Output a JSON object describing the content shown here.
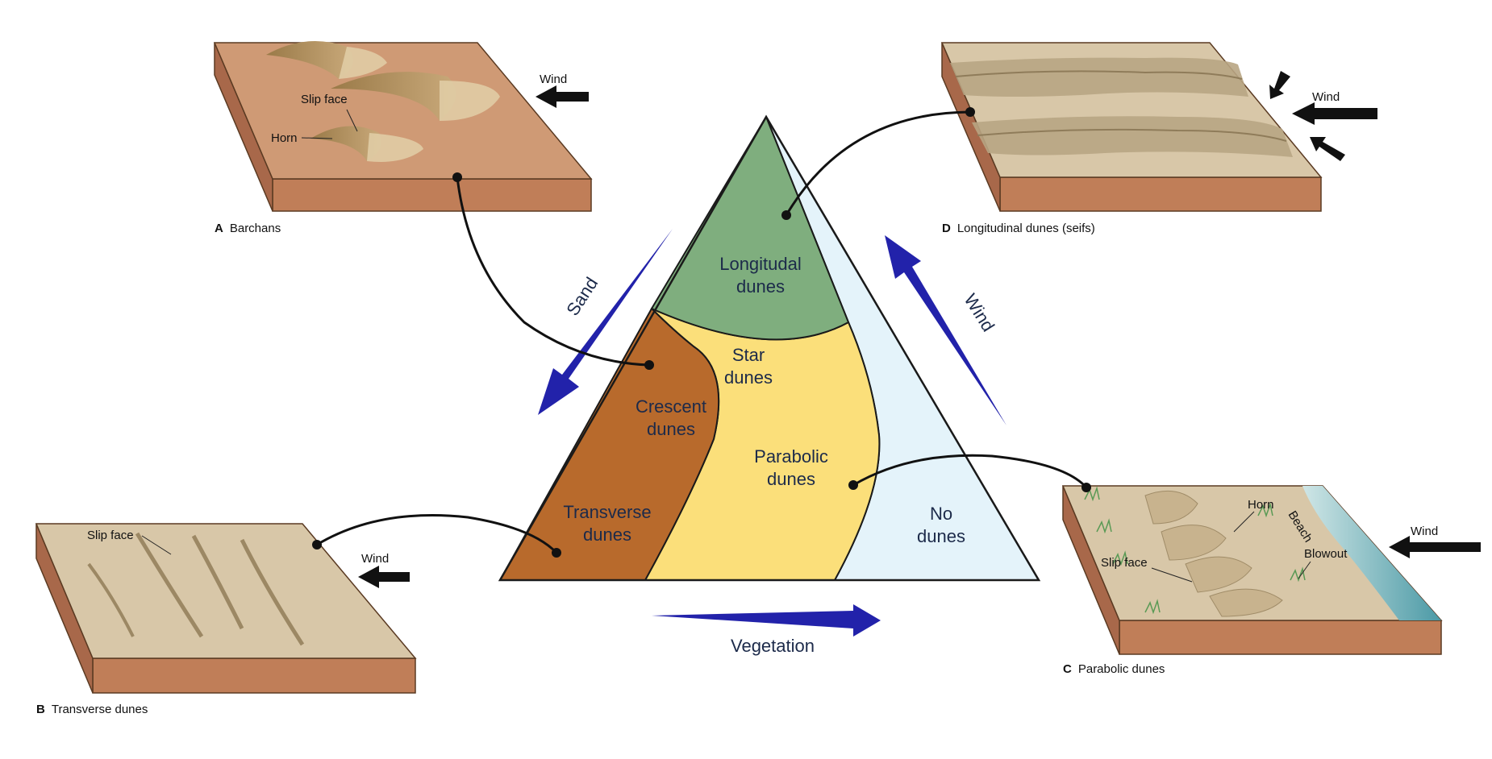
{
  "blocks": {
    "a": {
      "letter": "A",
      "title": "Barchans",
      "labels": {
        "slip_face": "Slip face",
        "horn": "Horn",
        "wind": "Wind"
      }
    },
    "b": {
      "letter": "B",
      "title": "Transverse dunes",
      "labels": {
        "slip_face": "Slip face",
        "wind": "Wind"
      }
    },
    "c": {
      "letter": "C",
      "title": "Parabolic dunes",
      "labels": {
        "horn": "Horn",
        "beach": "Beach",
        "slip_face": "Slip face",
        "blowout": "Blowout",
        "wind": "Wind"
      }
    },
    "d": {
      "letter": "D",
      "title": "Longitudinal dunes (seifs)",
      "labels": {
        "wind": "Wind"
      }
    }
  },
  "triangle": {
    "zones": {
      "longitudal": [
        "Longitudal",
        "dunes"
      ],
      "star": [
        "Star",
        "dunes"
      ],
      "crescent": [
        "Crescent",
        "dunes"
      ],
      "parabolic": [
        "Parabolic",
        "dunes"
      ],
      "transverse": [
        "Transverse",
        "dunes"
      ],
      "none": [
        "No",
        "dunes"
      ]
    },
    "arrows": {
      "sand": "Sand",
      "wind": "Wind",
      "vegetation": "Vegetation"
    }
  },
  "colors": {
    "longitudal": "#7fae7e",
    "star_parabolic": "#fbdf7a",
    "crescent_transverse": "#b86a2c",
    "no_dunes": "#e4f3fa",
    "arrow": "#2222aa",
    "block_side": "#c07e58",
    "sand_light": "#d8c7a8",
    "barchan_plain": "#cf9a75",
    "water": "#5aa7b0"
  }
}
